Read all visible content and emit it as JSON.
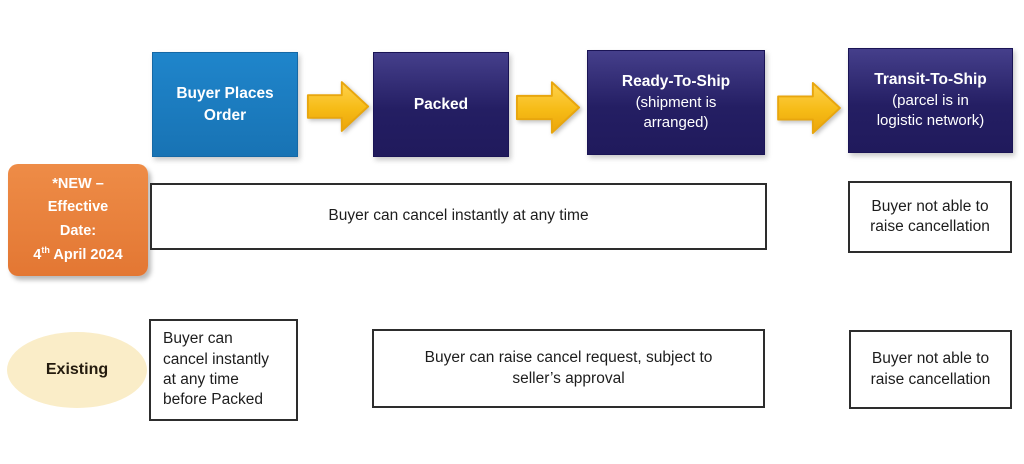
{
  "diagram": {
    "stages": [
      {
        "title_line1": "Buyer Places",
        "title_line2": "Order"
      },
      {
        "title": "Packed"
      },
      {
        "title": "Ready-To-Ship",
        "sub_line1": "(shipment is",
        "sub_line2": "arranged)"
      },
      {
        "title": "Transit-To-Ship",
        "sub_line1": "(parcel is in",
        "sub_line2": "logistic network)"
      }
    ],
    "new_row": {
      "label_line1": "*NEW –",
      "label_line2": "Effective",
      "label_line3": "Date:",
      "date_day": "4",
      "date_ordinal": "th",
      "date_rest": " April 2024",
      "wide_note": "Buyer can cancel instantly at any time",
      "right_note_line1": "Buyer not able to",
      "right_note_line2": "raise cancellation"
    },
    "existing_row": {
      "label": "Existing",
      "left_note_line1": "Buyer can",
      "left_note_line2": "cancel instantly",
      "left_note_line3": "at any time",
      "left_note_line4": "before Packed",
      "middle_note_line1": "Buyer can raise cancel request, subject to",
      "middle_note_line2": "seller’s approval",
      "right_note_line1": "Buyer not able to",
      "right_note_line2": "raise cancellation"
    },
    "colors": {
      "stage_blue": "#1B7EC3",
      "stage_navy": "#2A2469",
      "arrow_gold": "#F5B818",
      "badge_orange": "#E8813C",
      "ellipse_cream": "#FAEDC8",
      "note_border": "#2D2D2D"
    }
  }
}
